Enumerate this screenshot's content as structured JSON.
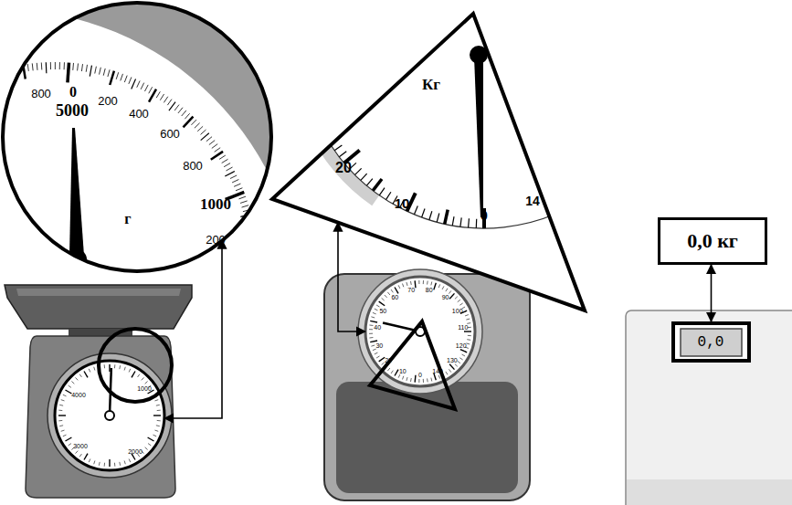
{
  "diagram": {
    "nodes": [
      {
        "text": [
          "800",
          "0",
          "5000",
          "200",
          "400",
          "600",
          "800",
          "1000",
          "200",
          "г"
        ]
      },
      {
        "text": [
          "Кг",
          "20",
          "10",
          "0",
          "14"
        ]
      },
      {
        "text": [
          "0,0 кг"
        ]
      },
      {
        "text": [
          "4000",
          "1000",
          "3000",
          "2000"
        ]
      },
      {
        "text": [
          "0",
          "10",
          "20",
          "30",
          "40",
          "50",
          "60",
          "70",
          "80",
          "90",
          "100",
          "110",
          "120",
          "130",
          "140"
        ]
      },
      {
        "text": [
          "0,0"
        ]
      }
    ],
    "edges": [
      {
        "from": 3,
        "to": 0,
        "arrow": "both"
      },
      {
        "from": 4,
        "to": 1,
        "arrow": "both"
      },
      {
        "from": 5,
        "to": 2,
        "arrow": "both"
      }
    ]
  }
}
